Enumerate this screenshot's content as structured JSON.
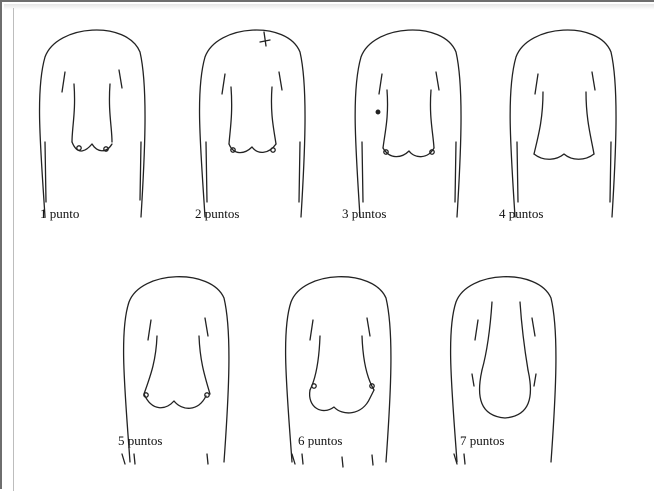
{
  "figures": [
    {
      "label": "1 punto"
    },
    {
      "label": "2 puntos"
    },
    {
      "label": "3 puntos"
    },
    {
      "label": "4 puntos"
    },
    {
      "label": "5 puntos"
    },
    {
      "label": "6 puntos"
    },
    {
      "label": "7 puntos"
    }
  ]
}
